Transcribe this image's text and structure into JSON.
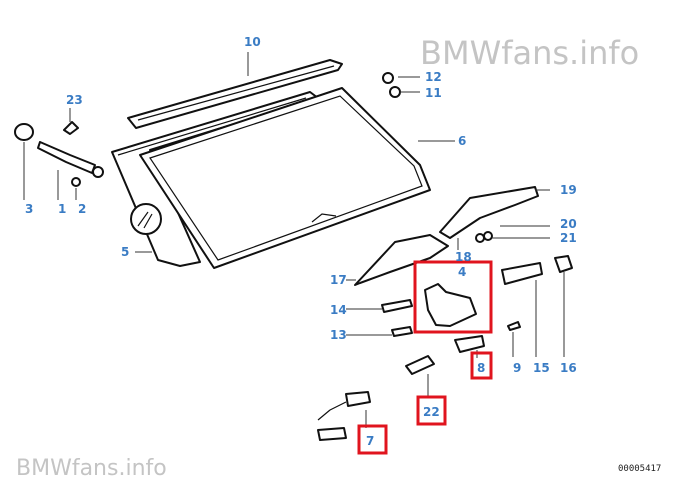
{
  "watermark": {
    "top": "BMWfans.info",
    "bottom": "BMWfans.info"
  },
  "diagram_code": "00005417",
  "highlight_color": "#e0141e",
  "label_color": "#3a7cc4",
  "parts": {
    "p1": "1",
    "p2": "2",
    "p3": "3",
    "p4": "4",
    "p5": "5",
    "p6": "6",
    "p7": "7",
    "p8": "8",
    "p9": "9",
    "p10": "10",
    "p11": "11",
    "p12": "12",
    "p13": "13",
    "p14": "14",
    "p15": "15",
    "p16": "16",
    "p17": "17",
    "p18": "18",
    "p19": "19",
    "p20": "20",
    "p21": "21",
    "p22": "22",
    "p23": "23"
  },
  "highlighted_parts": [
    "4",
    "8",
    "22",
    "7"
  ]
}
